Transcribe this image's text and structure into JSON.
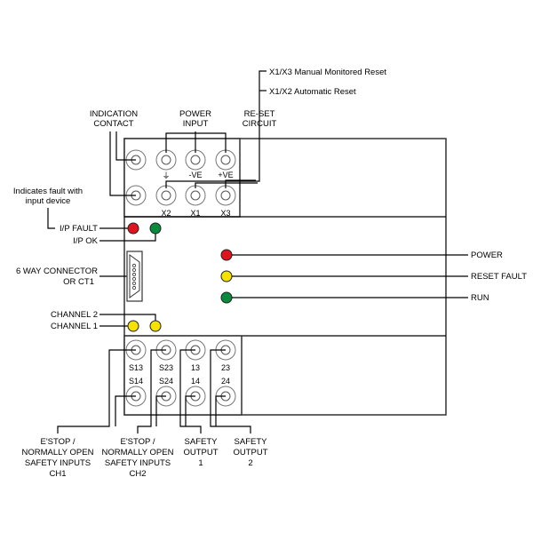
{
  "title": "Safety relay wiring diagram",
  "top_labels": {
    "reset_manual": "X1/X3 Manual Monitored Reset",
    "reset_auto": "X1/X2 Automatic Reset",
    "indication_contact": [
      "INDICATION",
      "CONTACT"
    ],
    "power_input": [
      "POWER",
      "INPUT"
    ],
    "reset_circuit": [
      "RE-SET",
      "CIRCUIT"
    ]
  },
  "terminals_top": {
    "row1_labels": [
      "",
      "⏚",
      "-VE",
      "+VE"
    ],
    "row2_labels": [
      "",
      "X2",
      "X1",
      "X3"
    ]
  },
  "left_labels": {
    "fault_note": [
      "Indicates fault with",
      "input device"
    ],
    "ip_fault": "I/P FAULT",
    "ip_ok": "I/P OK",
    "connector": [
      "6 WAY CONNECTOR",
      "OR CT1"
    ],
    "channel2": "CHANNEL 2",
    "channel1": "CHANNEL 1"
  },
  "right_labels": {
    "power": "POWER",
    "reset_fault": "RESET FAULT",
    "run": "RUN"
  },
  "terminals_bottom": {
    "row1_labels": [
      "S13",
      "S23",
      "13",
      "23"
    ],
    "row2_labels": [
      "S14",
      "S24",
      "14",
      "24"
    ]
  },
  "bottom_labels": {
    "ch1": [
      "E'STOP /",
      "NORMALLY OPEN",
      "SAFETY INPUTS",
      "CH1"
    ],
    "ch2": [
      "E'STOP /",
      "NORMALLY OPEN",
      "SAFETY INPUTS",
      "CH2"
    ],
    "out1": [
      "SAFETY",
      "OUTPUT",
      "1"
    ],
    "out2": [
      "SAFETY",
      "OUTPUT",
      "2"
    ]
  },
  "colors": {
    "red": "#e0141e",
    "green": "#0a8a3c",
    "yellow": "#f5e200"
  }
}
